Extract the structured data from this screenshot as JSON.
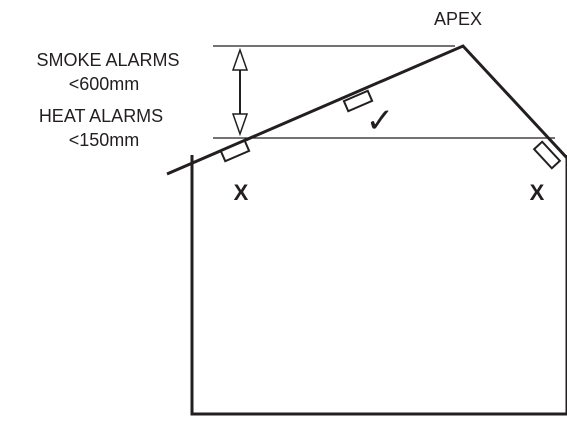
{
  "labels": {
    "apex": "APEX",
    "smoke_alarms": "SMOKE ALARMS",
    "smoke_limit": "<600mm",
    "heat_alarms": "HEAT ALARMS",
    "heat_limit": "<150mm"
  },
  "marks": {
    "correct": "✓",
    "incorrect_left": "X",
    "incorrect_right": "X"
  },
  "colors": {
    "ink": "#231f20",
    "background": "#ffffff"
  }
}
